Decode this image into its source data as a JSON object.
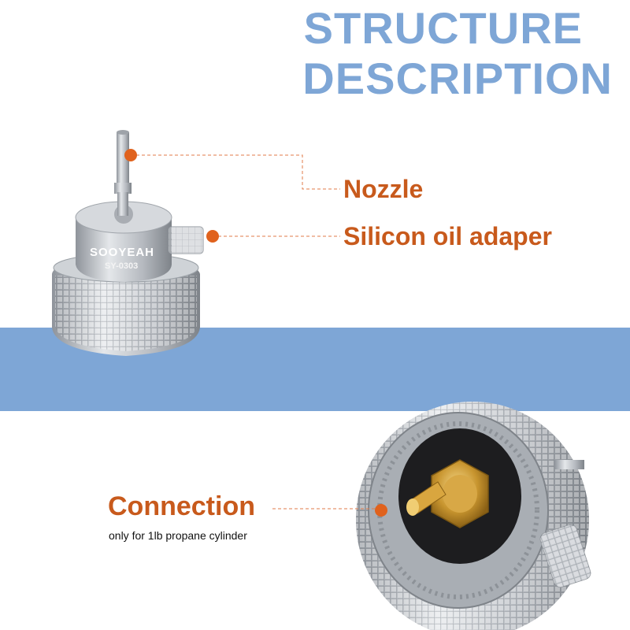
{
  "heading": {
    "line1": "STRUCTURE",
    "line2": "DESCRIPTION"
  },
  "product": {
    "brand": "SOOYEAH",
    "model": "SY-0303"
  },
  "callouts": [
    {
      "label": "Nozzle"
    },
    {
      "label": "Silicon oil adaper"
    },
    {
      "label": "Connection",
      "note": "only for 1lb propane cylinder"
    }
  ],
  "colors": {
    "heading": "#7ea6d6",
    "band": "#7ea6d6",
    "label": "#c85a1c",
    "dot": "#e0621d",
    "metal": "#b9bdc3"
  }
}
